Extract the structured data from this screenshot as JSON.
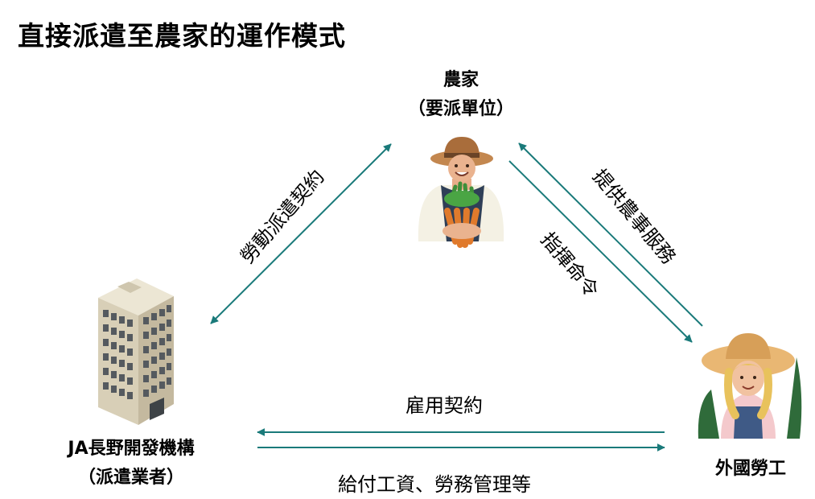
{
  "title": "直接派遣至農家的運作模式",
  "nodes": {
    "farmer": {
      "name": "農家",
      "role": "（要派單位）"
    },
    "agency": {
      "name": "JA長野開發機構",
      "role": "（派遣業者）"
    },
    "worker": {
      "name": "外國勞工"
    }
  },
  "edges": {
    "agency_farmer": "勞動派遣契約",
    "worker_farmer": "提供農事服務",
    "farmer_worker": "指揮命令",
    "employment": "雇用契約",
    "wages": "給付工資、勞務管理等"
  },
  "colors": {
    "arrow": "#1a7a7a"
  }
}
